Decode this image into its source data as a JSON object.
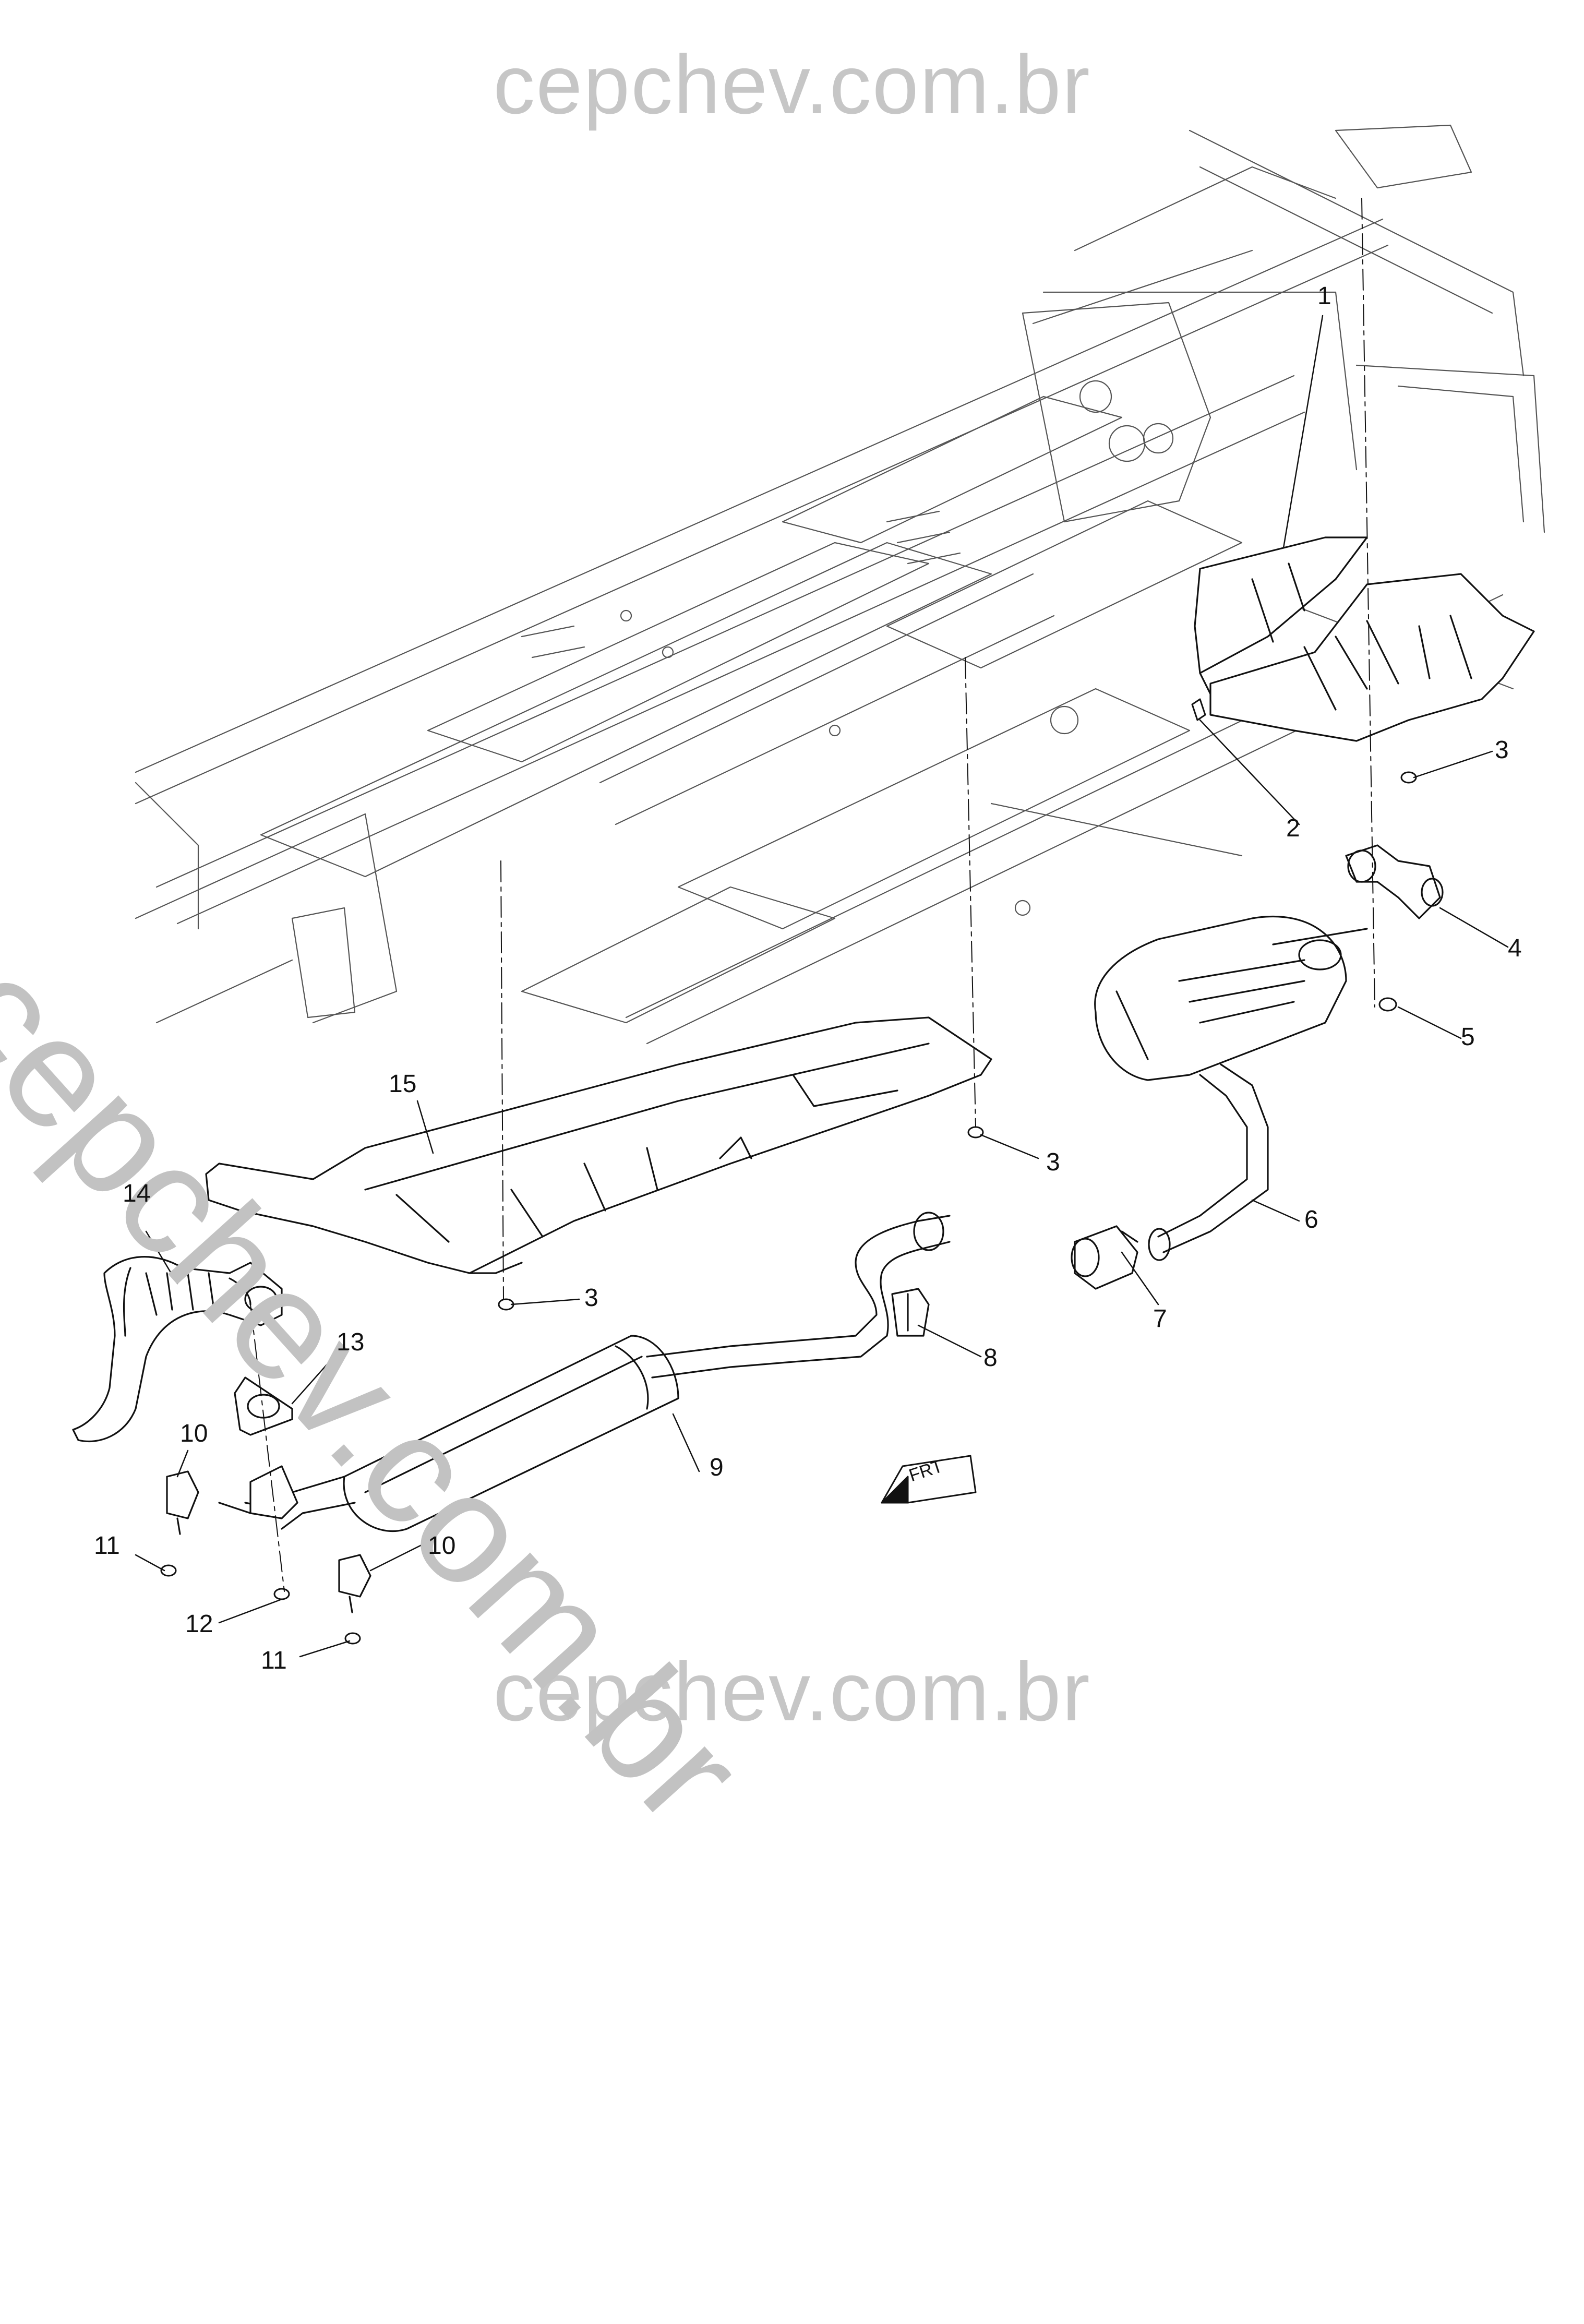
{
  "watermark": {
    "top": "cepchev.com.br",
    "bottom": "cepchev.com.br",
    "diagonal": "cepchev.com.br"
  },
  "direction_label": "FRT",
  "callouts": [
    "1",
    "2",
    "3",
    "3",
    "3",
    "4",
    "5",
    "6",
    "7",
    "8",
    "9",
    "10",
    "10",
    "11",
    "11",
    "12",
    "13",
    "14",
    "15"
  ]
}
